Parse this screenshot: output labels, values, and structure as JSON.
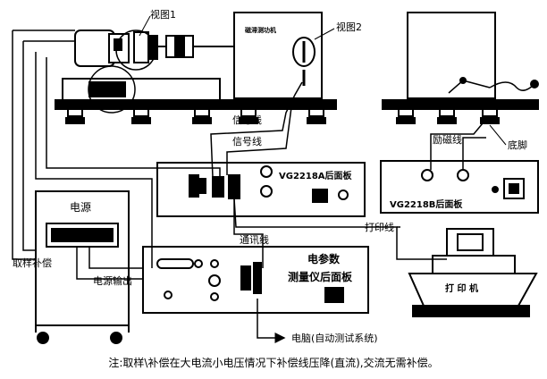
{
  "labels": {
    "view1": "视图1",
    "view2": "视图2",
    "signal_line_1": "信号线",
    "signal_line_2": "信号线",
    "excitation_line": "励磁线",
    "base_foot": "底脚",
    "print_line": "打印线",
    "comm_line": "通讯线",
    "power_source": "电源",
    "sample_compensation": "取样补偿",
    "power_output": "电源输出",
    "panel_a": "VG2218A后面板",
    "panel_b": "VG2218B后面板",
    "meter_line1": "电参数",
    "meter_line2": "测量仪后面板",
    "printer": "打 印 机",
    "computer": "电脑(自动测试系统)",
    "sensor_box": "磁滞测功机"
  },
  "note": "注:取样\\补偿在大电流小电压情况下补偿线压降(直流),交流无需补偿。"
}
